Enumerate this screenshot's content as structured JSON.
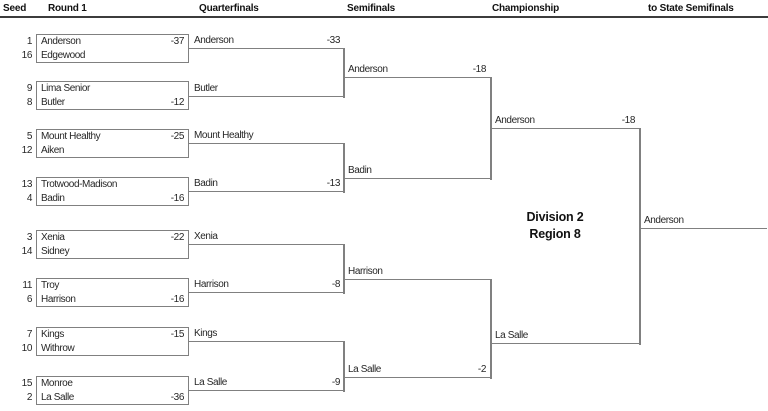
{
  "headers": [
    "Seed",
    "Round 1",
    "Quarterfinals",
    "Semifinals",
    "Championship",
    "to State Semifinals"
  ],
  "region_label": {
    "line1": "Division 2",
    "line2": "Region 8"
  },
  "round1": [
    {
      "top": {
        "seed": "1",
        "team": "Anderson",
        "score": "-37"
      },
      "bottom": {
        "seed": "16",
        "team": "Edgewood",
        "score": ""
      }
    },
    {
      "top": {
        "seed": "9",
        "team": "Lima Senior",
        "score": ""
      },
      "bottom": {
        "seed": "8",
        "team": "Butler",
        "score": "-12"
      }
    },
    {
      "top": {
        "seed": "5",
        "team": "Mount Healthy",
        "score": "-25"
      },
      "bottom": {
        "seed": "12",
        "team": "Aiken",
        "score": ""
      }
    },
    {
      "top": {
        "seed": "13",
        "team": "Trotwood-Madison",
        "score": ""
      },
      "bottom": {
        "seed": "4",
        "team": "Badin",
        "score": "-16"
      }
    },
    {
      "top": {
        "seed": "3",
        "team": "Xenia",
        "score": "-22"
      },
      "bottom": {
        "seed": "14",
        "team": "Sidney",
        "score": ""
      }
    },
    {
      "top": {
        "seed": "11",
        "team": "Troy",
        "score": ""
      },
      "bottom": {
        "seed": "6",
        "team": "Harrison",
        "score": "-16"
      }
    },
    {
      "top": {
        "seed": "7",
        "team": "Kings",
        "score": "-15"
      },
      "bottom": {
        "seed": "10",
        "team": "Withrow",
        "score": ""
      }
    },
    {
      "top": {
        "seed": "15",
        "team": "Monroe",
        "score": ""
      },
      "bottom": {
        "seed": "2",
        "team": "La Salle",
        "score": "-36"
      }
    }
  ],
  "quarterfinals": [
    {
      "team": "Anderson",
      "score": "-33"
    },
    {
      "team": "Butler",
      "score": ""
    },
    {
      "team": "Mount Healthy",
      "score": ""
    },
    {
      "team": "Badin",
      "score": "-13"
    },
    {
      "team": "Xenia",
      "score": ""
    },
    {
      "team": "Harrison",
      "score": "-8"
    },
    {
      "team": "Kings",
      "score": ""
    },
    {
      "team": "La Salle",
      "score": "-9"
    }
  ],
  "semifinals": [
    {
      "team": "Anderson",
      "score": "-18"
    },
    {
      "team": "Badin",
      "score": ""
    },
    {
      "team": "Harrison",
      "score": ""
    },
    {
      "team": "La Salle",
      "score": "-2"
    }
  ],
  "championship": [
    {
      "team": "Anderson",
      "score": "-18"
    },
    {
      "team": "La Salle",
      "score": ""
    }
  ],
  "champion": {
    "team": "Anderson"
  },
  "colors": {
    "bracket_line": "#808080",
    "header_rule": "#3c3c3c",
    "text": "#262626"
  }
}
